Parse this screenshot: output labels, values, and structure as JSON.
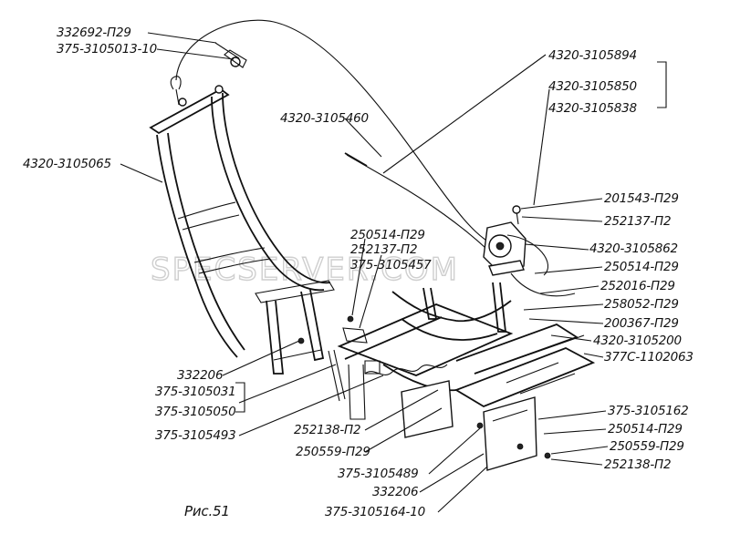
{
  "caption": "Рис.51",
  "watermark": "SPECSERVER.COM",
  "labels": {
    "l01": "332692-П29",
    "l02": "375-3105013-10",
    "l03": "4320-3105894",
    "l04": "4320-3105850",
    "l05": "4320-3105838",
    "l06": "4320-3105460",
    "l07": "4320-3105065",
    "l08": "201543-П29",
    "l09": "252137-П2",
    "l10": "250514-П29",
    "l11": "252137-П2",
    "l12": "375-3105457",
    "l13": "4320-3105862",
    "l14": "250514-П29",
    "l15": "252016-П29",
    "l16": "258052-П29",
    "l17": "200367-П29",
    "l18": "4320-3105200",
    "l19": "377С-1102063",
    "l20": "332206",
    "l21": "375-3105031",
    "l22": "375-3105050",
    "l23": "375-3105493",
    "l24": "252138-П2",
    "l25": "250559-П29",
    "l26": "375-3105162",
    "l27": "250514-П29",
    "l28": "250559-П29",
    "l29": "252138-П2",
    "l30": "375-3105489",
    "l31": "332206",
    "l32": "375-3105164-10"
  }
}
